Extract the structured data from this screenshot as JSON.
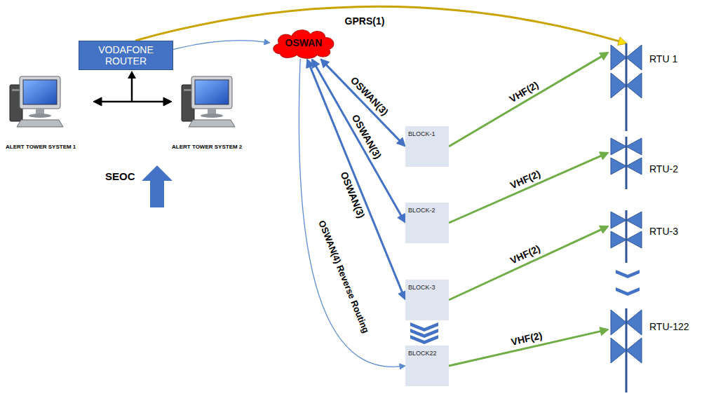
{
  "diagram": {
    "nodes": [
      {
        "text": [
          "ALERT TOWER SYSTEM 1"
        ]
      },
      {
        "text": [
          "VODAFONE ROUTER"
        ]
      },
      {
        "text": [
          "ALERT TOWER SYSTEM 2"
        ]
      },
      {
        "text": [
          "OSWAN"
        ]
      },
      {
        "text": [
          "BLOCK-1"
        ]
      },
      {
        "text": [
          "BLOCK-2"
        ]
      },
      {
        "text": [
          "BLOCK-3"
        ]
      },
      {
        "text": [
          "BLOCK22"
        ]
      },
      {
        "text": [
          "RTU 1"
        ]
      },
      {
        "text": [
          "RTU-2"
        ]
      },
      {
        "text": [
          "RTU-3"
        ]
      },
      {
        "text": [
          "RTU-122"
        ]
      }
    ],
    "edges": [
      {
        "from": 0,
        "to": 2,
        "arrow": "both"
      },
      {
        "from": 1,
        "to": 8,
        "label": "GPRS(1)",
        "arrow": "to"
      },
      {
        "from": 1,
        "to": 3,
        "arrow": "to"
      },
      {
        "from": 3,
        "to": 4,
        "label": "OSWAN(3)",
        "arrow": "both"
      },
      {
        "from": 3,
        "to": 5,
        "label": "OSWAN(3)",
        "arrow": "both"
      },
      {
        "from": 3,
        "to": 6,
        "label": "OSWAN(3)",
        "arrow": "both"
      },
      {
        "from": 3,
        "to": 7,
        "label": "OSWAN(4) Reverse Routing",
        "arrow": "to"
      },
      {
        "from": 4,
        "to": 8,
        "label": "VHF(2)",
        "arrow": "to"
      },
      {
        "from": 5,
        "to": 9,
        "label": "VHF(2)",
        "arrow": "to"
      },
      {
        "from": 6,
        "to": 10,
        "label": "VHF(2)",
        "arrow": "to"
      },
      {
        "from": 7,
        "to": 11,
        "label": "VHF(2)",
        "arrow": "to"
      }
    ],
    "labels": [
      "SEOC"
    ]
  }
}
